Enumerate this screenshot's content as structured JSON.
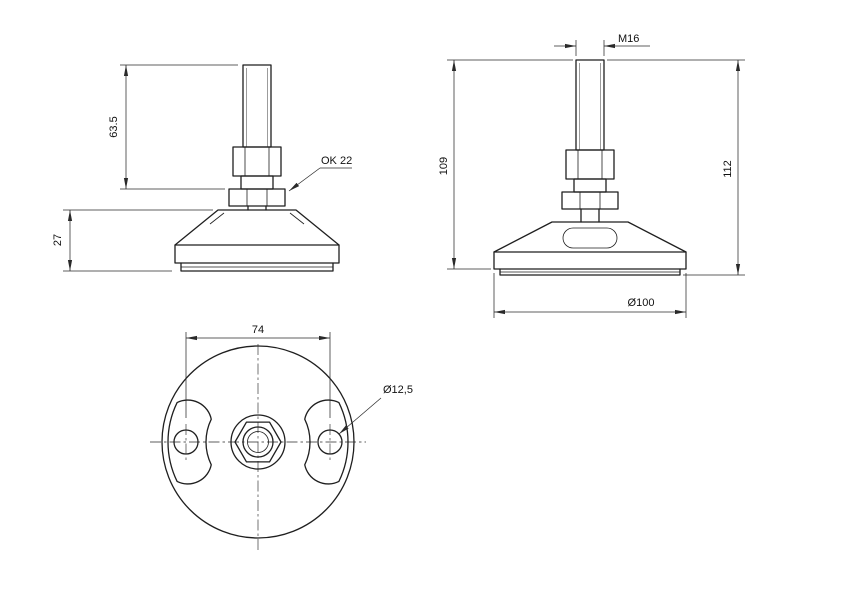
{
  "page": {
    "background": "#ffffff",
    "line_color": "#1f1f1f"
  },
  "views": {
    "side_view_left": {
      "dim_rod_length": "63.5",
      "dim_base_height": "27",
      "label_wrench_size": "OK 22"
    },
    "side_view_right": {
      "dim_thread": "M16",
      "dim_height_to_base": "109",
      "dim_total_height": "112",
      "dim_base_diameter": "Ø100"
    },
    "bottom_view": {
      "dim_hole_spacing": "74",
      "dim_hole_diameter": "Ø12,5"
    }
  }
}
